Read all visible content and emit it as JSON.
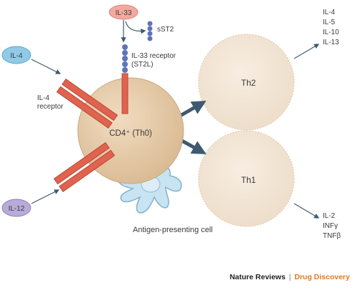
{
  "labels": {
    "il33": "IL-33",
    "sst2": "sST2",
    "il33_receptor_line1": "IL-33 receptor",
    "il33_receptor_line2": "(ST2L)",
    "il4": "IL-4",
    "il4_receptor_line1": "IL-4",
    "il4_receptor_line2": "receptor",
    "il12": "IL-12",
    "cd4_cell": "CD4⁺ (Th0)",
    "th2_cell": "Th2",
    "th1_cell": "Th1",
    "apc": "Antigen-presenting cell"
  },
  "th2_outputs": [
    "IL-4",
    "IL-5",
    "IL-10",
    "IL-13"
  ],
  "th1_outputs": [
    "IL-2",
    "INFγ",
    "TNFβ"
  ],
  "footer": {
    "journal": "Nature Reviews",
    "separator": "|",
    "section": "Drug Discovery"
  },
  "colors": {
    "cd4_cell": "#e3c9a6",
    "th_cells": "#f1e3d1",
    "il33_badge": "#f3a9a0",
    "il4_badge": "#8fcbe6",
    "il12_badge": "#b9abd8",
    "receptor": "#e0634f",
    "ligand_beads": "#5f74b8",
    "apc": "#c8e3f2",
    "arrow": "#3f5a70",
    "footer_accent": "#e07a1f"
  }
}
